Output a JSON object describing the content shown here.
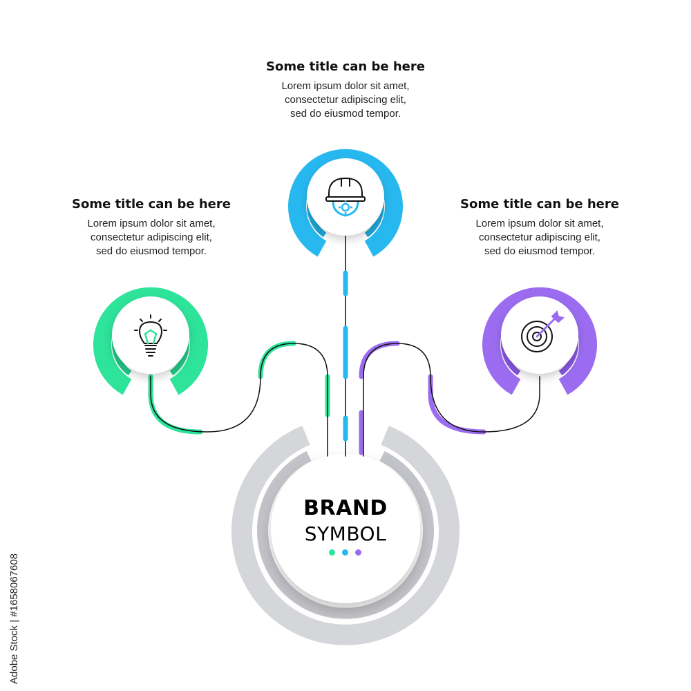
{
  "colors": {
    "green": "#2ee39a",
    "blue": "#27b8f0",
    "purple": "#9b6cf0",
    "gray": "#d2d3d8"
  },
  "steps": [
    {
      "id": "top",
      "title": "Some title can be here",
      "body": [
        "Lorem ipsum dolor sit amet,",
        "consectetur adipiscing elit,",
        "sed do eiusmod tempor."
      ],
      "icon": "worker-helmet-gear-icon",
      "color": "#27b8f0"
    },
    {
      "id": "left",
      "title": "Some title can be here",
      "body": [
        "Lorem ipsum dolor sit amet,",
        "consectetur adipiscing elit,",
        "sed do eiusmod tempor."
      ],
      "icon": "lightbulb-icon",
      "color": "#2ee39a"
    },
    {
      "id": "right",
      "title": "Some title can be here",
      "body": [
        "Lorem ipsum dolor sit amet,",
        "consectetur adipiscing elit,",
        "sed do eiusmod tempor."
      ],
      "icon": "target-arrow-icon",
      "color": "#9b6cf0"
    }
  ],
  "brand": {
    "line1": "BRAND",
    "line2": "SYMBOL",
    "dots": [
      "#2ee39a",
      "#27b8f0",
      "#9b6cf0"
    ]
  },
  "watermark": "Adobe Stock | #1658067608"
}
